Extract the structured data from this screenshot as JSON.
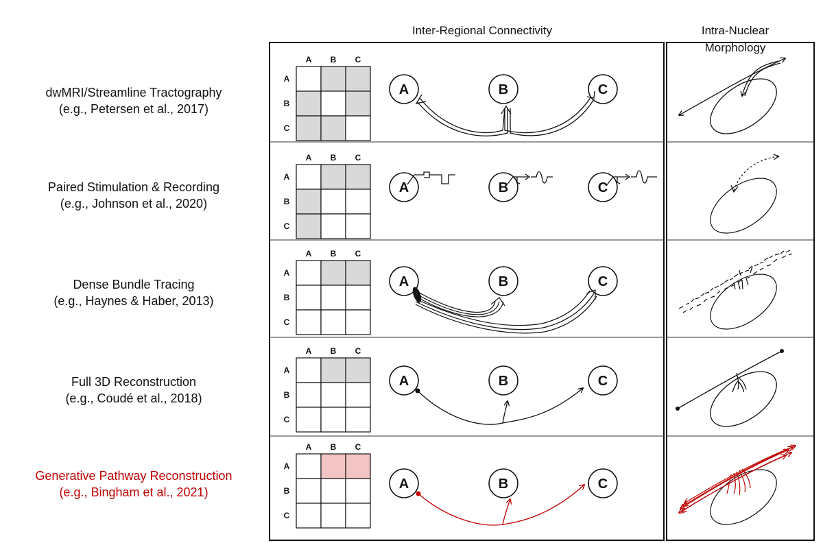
{
  "headers": {
    "inter": "Inter-Regional Connectivity",
    "intra_line1": "Intra-Nuclear",
    "intra_line2": "Morphology"
  },
  "matrix_labels": [
    "A",
    "B",
    "C"
  ],
  "node_labels": [
    "A",
    "B",
    "C"
  ],
  "colors": {
    "highlight": "#c00000",
    "cell_gray": "#d9d9d9",
    "cell_pink": "#f2c4c4"
  },
  "rows": [
    {
      "line1": "dwMRI/Streamline Tractography",
      "line2": "(e.g., Petersen et al., 2017)",
      "cells": [
        [
          0,
          1,
          1
        ],
        [
          1,
          0,
          1
        ],
        [
          1,
          1,
          0
        ]
      ],
      "style": "normal"
    },
    {
      "line1": "Paired Stimulation & Recording",
      "line2": "(e.g., Johnson et al., 2020)",
      "cells": [
        [
          0,
          1,
          1
        ],
        [
          1,
          0,
          0
        ],
        [
          1,
          0,
          0
        ]
      ],
      "style": "normal"
    },
    {
      "line1": "Dense Bundle Tracing",
      "line2": "(e.g., Haynes & Haber, 2013)",
      "cells": [
        [
          0,
          1,
          1
        ],
        [
          0,
          0,
          0
        ],
        [
          0,
          0,
          0
        ]
      ],
      "style": "normal"
    },
    {
      "line1": "Full 3D Reconstruction",
      "line2": "(e.g., Coudé et al., 2018)",
      "cells": [
        [
          0,
          1,
          1
        ],
        [
          0,
          0,
          0
        ],
        [
          0,
          0,
          0
        ]
      ],
      "style": "normal"
    },
    {
      "line1": "Generative Pathway Reconstruction",
      "line2": "(e.g., Bingham et al., 2021)",
      "cells": [
        [
          0,
          1,
          1
        ],
        [
          0,
          0,
          0
        ],
        [
          0,
          0,
          0
        ]
      ],
      "style": "highlight"
    }
  ]
}
